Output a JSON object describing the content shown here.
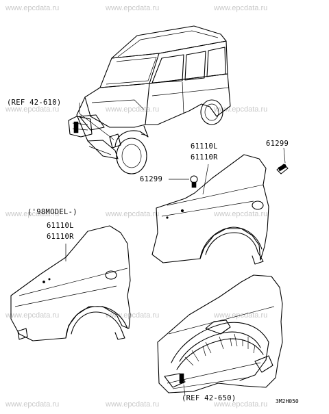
{
  "watermark": "www.epcdata.ru",
  "labels": {
    "ref_top": "(REF 42-610)",
    "ref_bottom": "(REF 42-650)",
    "part_right_l": "61110L",
    "part_right_r": "61110R",
    "clip_right": "61299",
    "clip_middle": "61299",
    "model_note": "('98MODEL-)",
    "part_left_l": "61110L",
    "part_left_r": "61110R",
    "diagram_code": "3M2H050"
  }
}
